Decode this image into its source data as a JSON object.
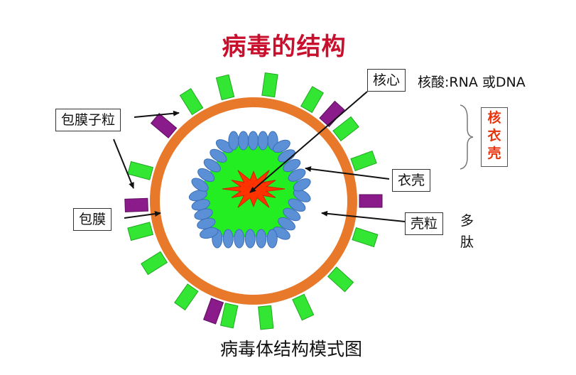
{
  "title": "病毒的结构",
  "caption": "病毒体结构模式图",
  "labels": {
    "core": "核心",
    "nucleic_acid": "核酸:RNA 或DNA",
    "peplomer": "包膜子粒",
    "envelope": "包膜",
    "capsid": "衣壳",
    "capsomere": "壳粒",
    "nucleocapsid": "核衣壳",
    "polypeptide": "多肽"
  },
  "colors": {
    "title": "#c8102e",
    "envelope_ring": "#e8782a",
    "spike_green": "#33e633",
    "spike_purple": "#8b1a8b",
    "nucleocapsid_fill": "#22ee22",
    "capsomere_fill": "#5b8fd6",
    "core_fill": "#ff3300",
    "nucleocapsid_label": "#e8340c"
  }
}
